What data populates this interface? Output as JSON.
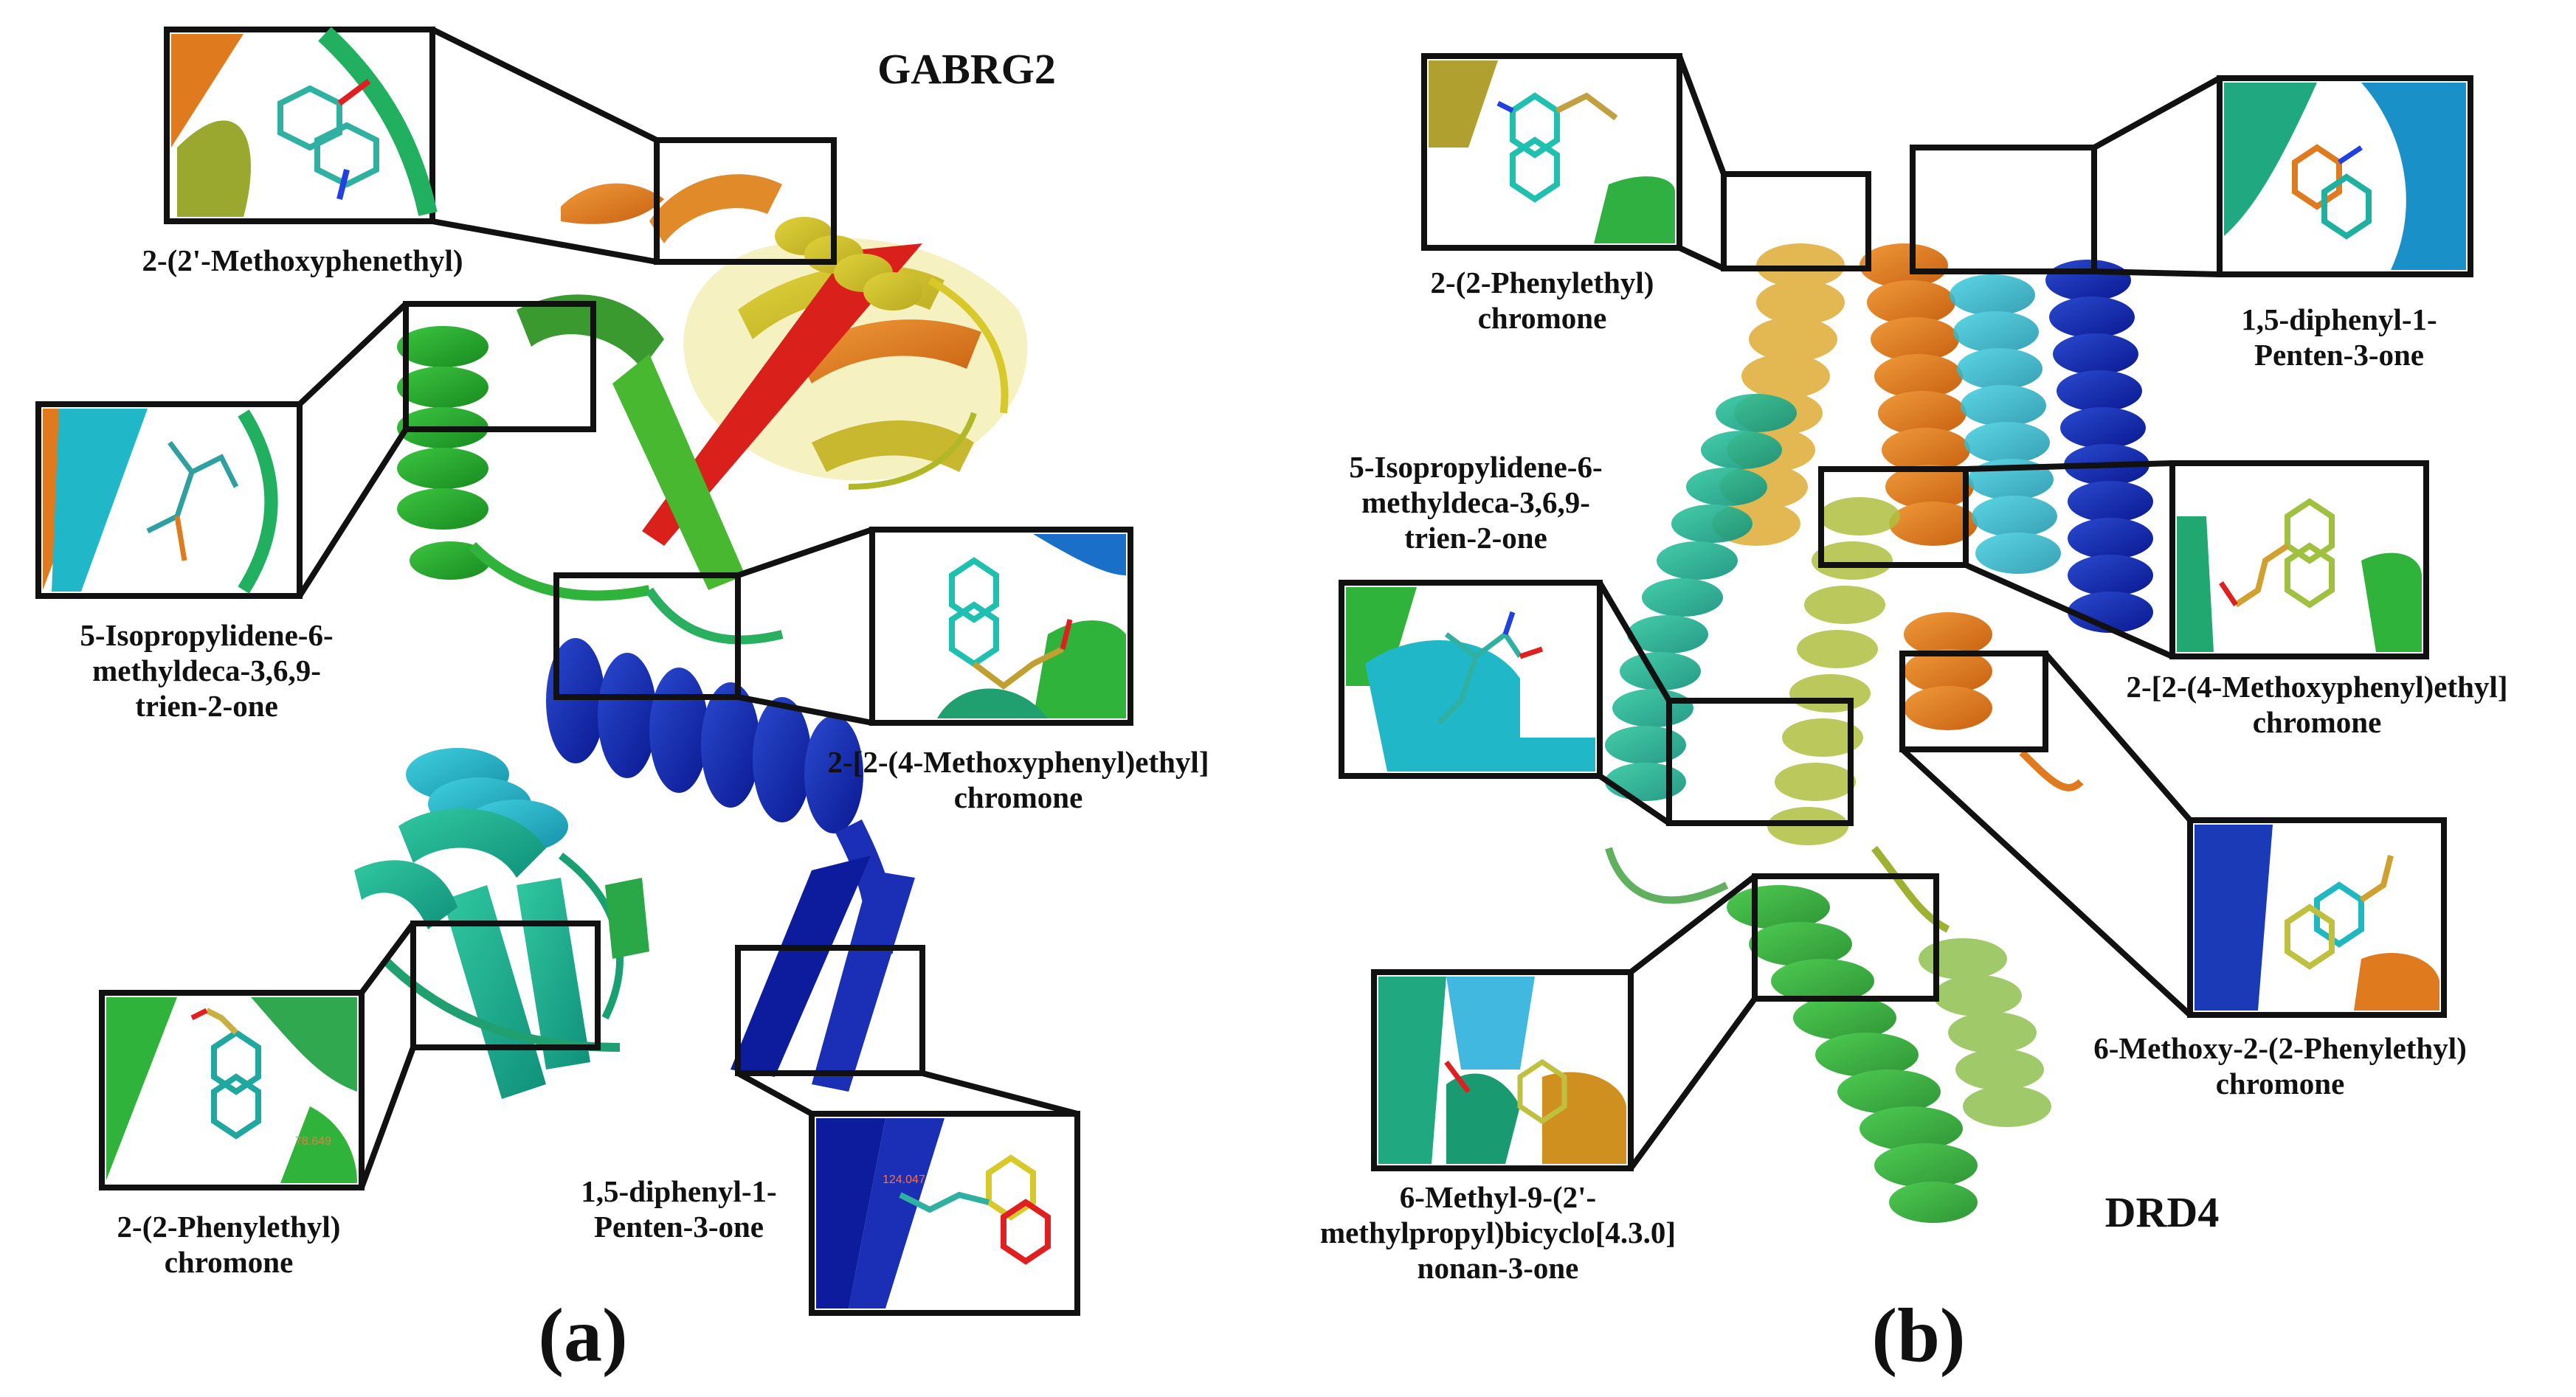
{
  "panel_a": {
    "letter": "(a)",
    "protein": "GABRG2",
    "callouts": [
      {
        "id": "a1",
        "label": "2-(2'-Methoxyphenethyl)"
      },
      {
        "id": "a2",
        "label": "5-Isopropylidene-6-\nmethyldeca-3,6,9-\ntrien-2-one"
      },
      {
        "id": "a3",
        "label": "2-[2-(4-Methoxyphenyl)ethyl]\nchromone"
      },
      {
        "id": "a4",
        "label": "2-(2-Phenylethyl)\nchromone",
        "distance": "78.649"
      },
      {
        "id": "a5",
        "label": "1,5-diphenyl-1-\nPenten-3-one",
        "distance": "124.047"
      }
    ]
  },
  "panel_b": {
    "letter": "(b)",
    "protein": "DRD4",
    "callouts": [
      {
        "id": "b1",
        "label": "2-(2-Phenylethyl)\nchromone"
      },
      {
        "id": "b2",
        "label": "1,5-diphenyl-1-\nPenten-3-one"
      },
      {
        "id": "b3",
        "label": "5-Isopropylidene-6-\nmethyldeca-3,6,9-\ntrien-2-one"
      },
      {
        "id": "b4",
        "label": "2-[2-(4-Methoxyphenyl)ethyl]\nchromone"
      },
      {
        "id": "b5",
        "label": "6-Methoxy-2-(2-Phenylethyl)\nchromone"
      },
      {
        "id": "b6",
        "label": "6-Methyl-9-(2'-\nmethylpropyl)bicyclo[4.3.0]\nnonan-3-one"
      }
    ]
  },
  "colors": {
    "frame": "#111111",
    "helix_blue": "#1a2fb5",
    "helix_cyan": "#20b8c8",
    "helix_green": "#2fb33a",
    "helix_yellow": "#d8c92a",
    "helix_orange": "#e07a1e",
    "helix_red": "#d9201a",
    "atom_red": "#e02020",
    "atom_blue": "#2040e0"
  }
}
